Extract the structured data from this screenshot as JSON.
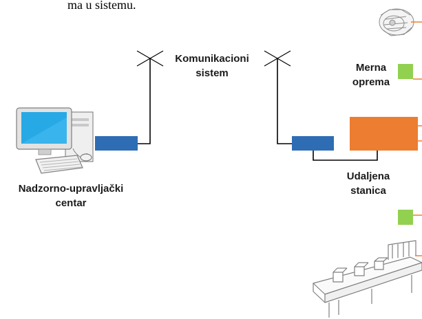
{
  "top_text": "ma u sistemu.",
  "labels": {
    "center_line1": "Nadzorno-upravljački",
    "center_line2": "centar",
    "comm_line1": "Komunikacioni",
    "comm_line2": "sistem",
    "meas_line1": "Merna",
    "meas_line2": "oprema",
    "remote_line1": "Udaljena",
    "remote_line2": "stanica"
  },
  "colors": {
    "modem_blue": "#2e6db4",
    "rtu_orange": "#ed7d31",
    "sensor_green": "#92d050",
    "wire": "#000000",
    "signal_line": "#ed7d31"
  },
  "icons": [
    "computer-icon",
    "antenna-icon",
    "motor-icon",
    "conveyor-icon"
  ]
}
